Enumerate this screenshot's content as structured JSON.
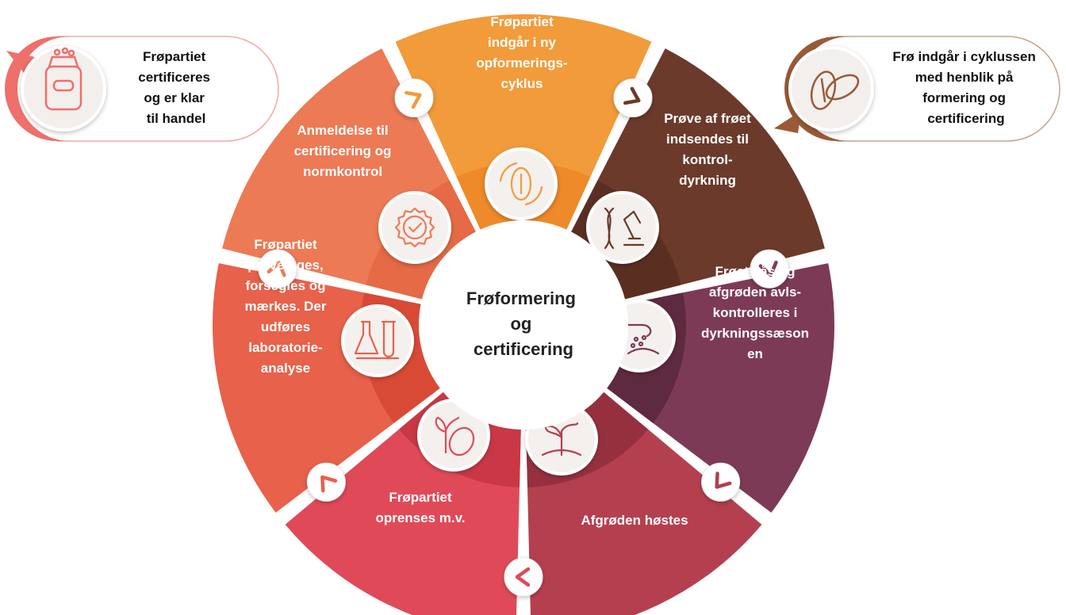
{
  "center_label": [
    "Frøformering",
    "og",
    "certificering"
  ],
  "segments": [
    {
      "lines": [
        "Frøpartiet",
        "indgår i ny",
        "opformerings-",
        "cyklus"
      ],
      "icon": "seed-cycle-icon",
      "color": "#f29b3a",
      "inner": "#ee8a2a"
    },
    {
      "lines": [
        "Prøve af frøet",
        "indsendes til",
        "kontrol-",
        "dyrkning"
      ],
      "icon": "dna-microscope-icon",
      "color": "#6b3a2a",
      "inner": "#5a2f22"
    },
    {
      "lines": [
        "Frøet sås og",
        "afgrøden avls-",
        "kontrolleres i",
        "dyrkningssæson",
        "en"
      ],
      "icon": "sowing-hand-icon",
      "color": "#7d3a56",
      "inner": "#5e2a40"
    },
    {
      "lines": [
        "Afgrøden høstes"
      ],
      "icon": "sprout-icon",
      "color": "#b4404f",
      "inner": "#96303f"
    },
    {
      "lines": [
        "Frøpartiet",
        "oprenses m.v."
      ],
      "icon": "seed-sprout-icon",
      "color": "#e04a58",
      "inner": "#c93844"
    },
    {
      "lines": [
        "Frøpartiet",
        "prøvetages,",
        "forsegles og",
        "mærkes. Der",
        "udføres",
        "laboratorie-",
        "analyse"
      ],
      "icon": "lab-flasks-icon",
      "color": "#e8614a",
      "inner": "#d94a36"
    },
    {
      "lines": [
        "Anmeldelse til",
        "certificering og",
        "normkontrol"
      ],
      "icon": "certified-badge-icon",
      "color": "#ec7a55",
      "inner": "#e56a45"
    }
  ],
  "callouts": {
    "left": {
      "lines": [
        "Frøpartiet",
        "certificeres",
        "og er klar",
        "til handel"
      ],
      "icon": "seed-bag-icon",
      "color": "#ef6f6b"
    },
    "right": {
      "lines": [
        "Frø indgår i cyklussen",
        "med henblik på",
        "formering og",
        "certificering"
      ],
      "icon": "almond-seed-icon",
      "color": "#9a5a36"
    }
  }
}
